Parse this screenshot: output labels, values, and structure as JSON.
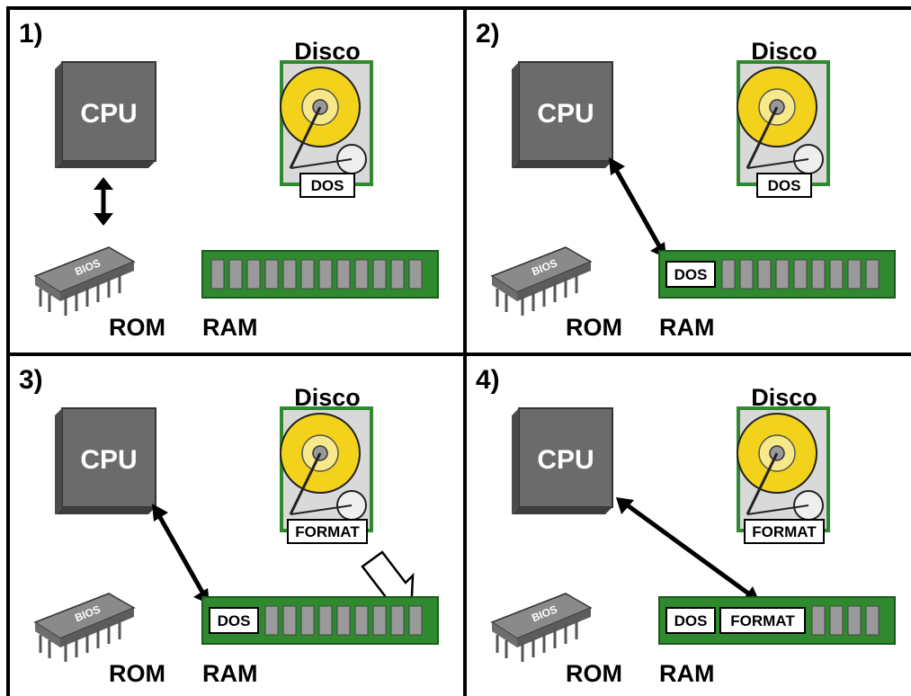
{
  "panels": [
    {
      "number": "1)",
      "cpu_label": "CPU",
      "disk_title": "Disco",
      "disk_program": "DOS",
      "rom_label": "ROM",
      "rom_chip_text": "BIOS",
      "ram_label": "RAM",
      "ram_contents": [],
      "arrow": "cpu-rom"
    },
    {
      "number": "2)",
      "cpu_label": "CPU",
      "disk_title": "Disco",
      "disk_program": "DOS",
      "rom_label": "ROM",
      "rom_chip_text": "BIOS",
      "ram_label": "RAM",
      "ram_contents": [
        "DOS"
      ],
      "arrow": "cpu-ram"
    },
    {
      "number": "3)",
      "cpu_label": "CPU",
      "disk_title": "Disco",
      "disk_program": "FORMAT",
      "rom_label": "ROM",
      "rom_chip_text": "BIOS",
      "ram_label": "RAM",
      "ram_contents": [
        "DOS"
      ],
      "arrow": "cpu-ram",
      "load_arrow": true
    },
    {
      "number": "4)",
      "cpu_label": "CPU",
      "disk_title": "Disco",
      "disk_program": "FORMAT",
      "rom_label": "ROM",
      "rom_chip_text": "BIOS",
      "ram_label": "RAM",
      "ram_contents": [
        "DOS",
        "FORMAT"
      ],
      "arrow": "cpu-ram-format"
    }
  ],
  "colors": {
    "cpu_body": "#6b6b6b",
    "ram_board": "#2f8a2f",
    "ram_chip": "#9a9a9a",
    "disk_platter": "#f2d21b",
    "rom_chip": "#8a8a8a"
  }
}
